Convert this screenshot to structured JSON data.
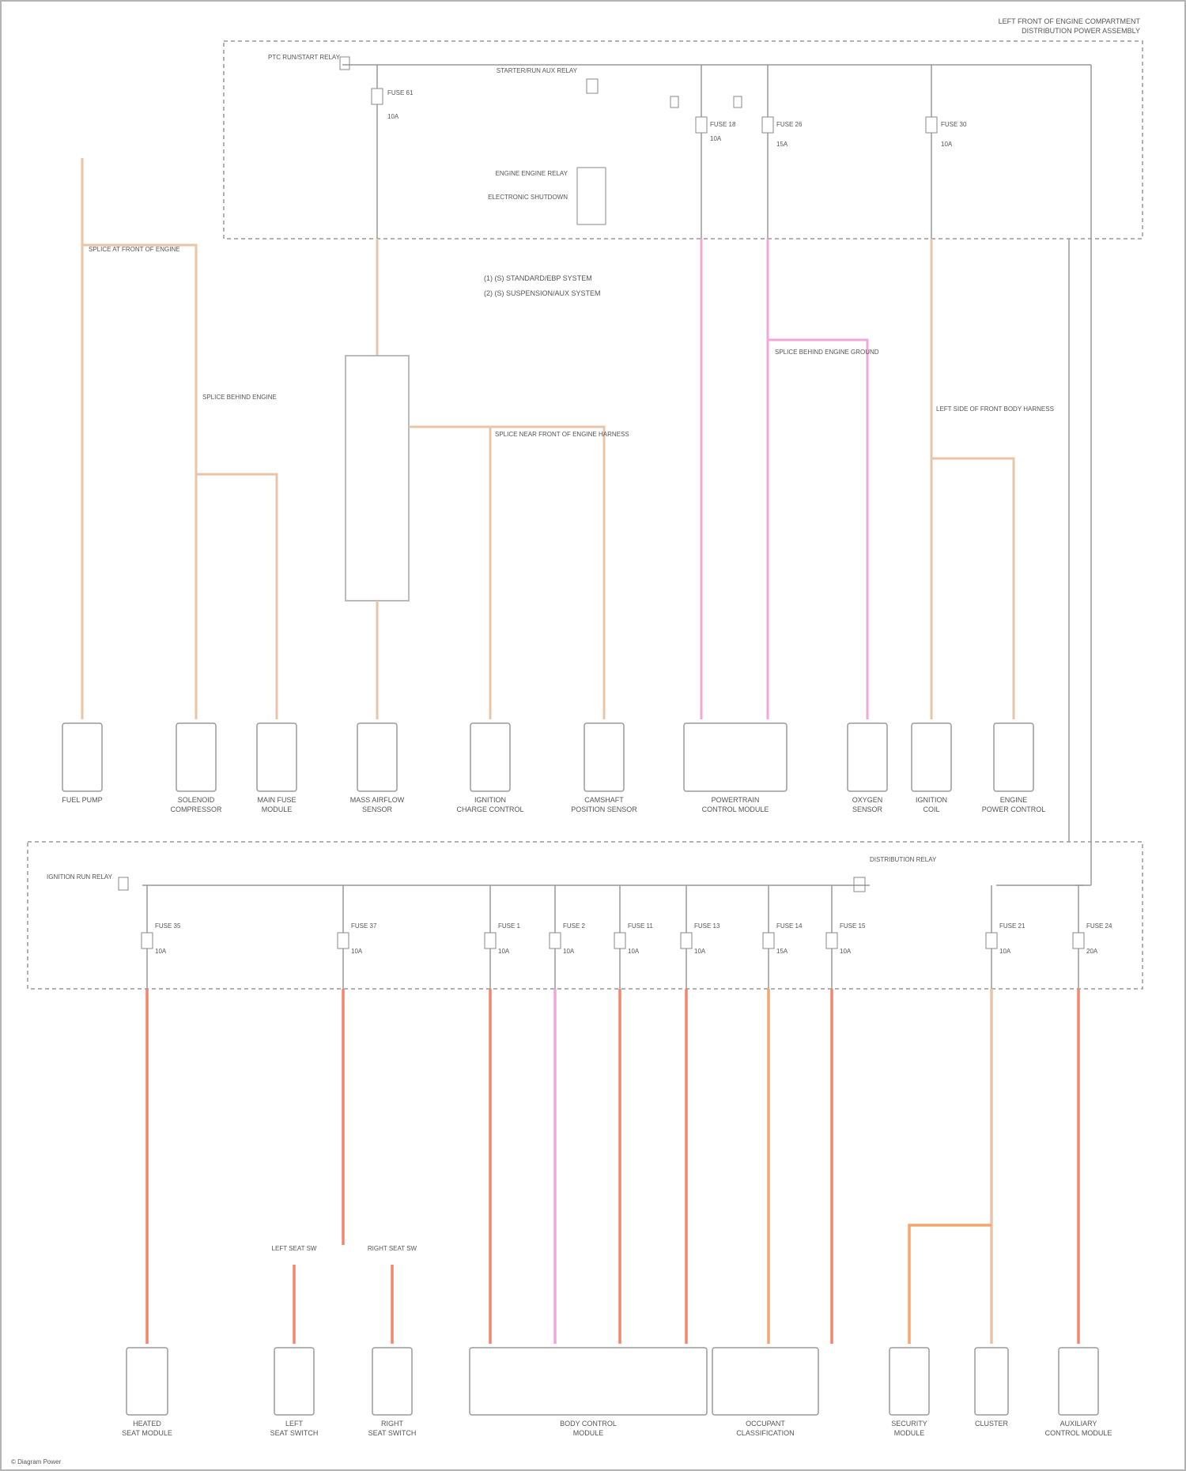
{
  "header": {
    "line1": "LEFT FRONT OF ENGINE COMPARTMENT",
    "line2": "DISTRIBUTION POWER ASSEMBLY"
  },
  "legend": [
    "(1) (S) STANDARD/EBP SYSTEM",
    "(2) (S) SUSPENSION/AUX SYSTEM"
  ],
  "upper_block": {
    "relays": [
      "PTC RUN/START RELAY",
      "STARTER/RUN AUX RELAY",
      "ENGINE ENGINE RELAY",
      "ELECTRONIC SHUTDOWN"
    ],
    "fuses": [
      {
        "name": "FUSE 61",
        "amps": "10A"
      },
      {
        "name": "FUSE 18",
        "amps": "10A"
      },
      {
        "name": "FUSE 26",
        "amps": "15A"
      },
      {
        "name": "FUSE 30",
        "amps": "10A"
      }
    ]
  },
  "top_components": [
    {
      "name": "FUEL PUMP"
    },
    {
      "name": "SOLENOID",
      "sub": "COMPRESSOR"
    },
    {
      "name": "MAIN FUSE",
      "sub": "MODULE"
    },
    {
      "name": "MASS AIRFLOW",
      "sub": "SENSOR"
    },
    {
      "name": "IGNITION",
      "sub": "CHARGE CONTROL"
    },
    {
      "name": "CAMSHAFT",
      "sub": "POSITION SENSOR"
    },
    {
      "name": "POWERTRAIN",
      "sub": "CONTROL MODULE"
    },
    {
      "name": "OXYGEN",
      "sub": "SENSOR"
    },
    {
      "name": "IGNITION",
      "sub": "COIL"
    },
    {
      "name": "ENGINE",
      "sub": "POWER CONTROL"
    }
  ],
  "splices": [
    "SPLICE AT FRONT OF ENGINE",
    "SPLICE BEHIND ENGINE",
    "SPLICE NEAR FRONT OF ENGINE HARNESS",
    "LEFT SIDE OF FRONT BODY HARNESS",
    "SPLICE BEHIND ENGINE GROUND"
  ],
  "lower_block": {
    "relays": [
      "IGNITION RUN RELAY",
      "DISTRIBUTION RELAY"
    ],
    "fuses": [
      {
        "name": "FUSE 1",
        "amps": "10A"
      },
      {
        "name": "FUSE 2",
        "amps": "10A"
      },
      {
        "name": "FUSE 11",
        "amps": "10A"
      },
      {
        "name": "FUSE 13",
        "amps": "10A"
      },
      {
        "name": "FUSE 14",
        "amps": "15A"
      },
      {
        "name": "FUSE 15",
        "amps": "10A"
      },
      {
        "name": "FUSE 21",
        "amps": "10A"
      },
      {
        "name": "FUSE 24",
        "amps": "20A"
      },
      {
        "name": "FUSE 35",
        "amps": "10A"
      },
      {
        "name": "FUSE 37",
        "amps": "10A"
      }
    ]
  },
  "bottom_components": [
    {
      "name": "HEATED",
      "sub": "SEAT MODULE"
    },
    {
      "name": "LEFT",
      "sub": "SEAT SWITCH"
    },
    {
      "name": "RIGHT",
      "sub": "SEAT SWITCH"
    },
    {
      "name": "BODY CONTROL",
      "sub": "MODULE"
    },
    {
      "name": "OCCUPANT",
      "sub": "CLASSIFICATION"
    },
    {
      "name": "SECURITY",
      "sub": "MODULE"
    },
    {
      "name": "CLUSTER"
    },
    {
      "name": "AUXILIARY",
      "sub": "CONTROL MODULE"
    }
  ],
  "bottom_labels": [
    "LEFT SEAT SW",
    "RIGHT SEAT SW"
  ],
  "footer": "© Diagram Power"
}
